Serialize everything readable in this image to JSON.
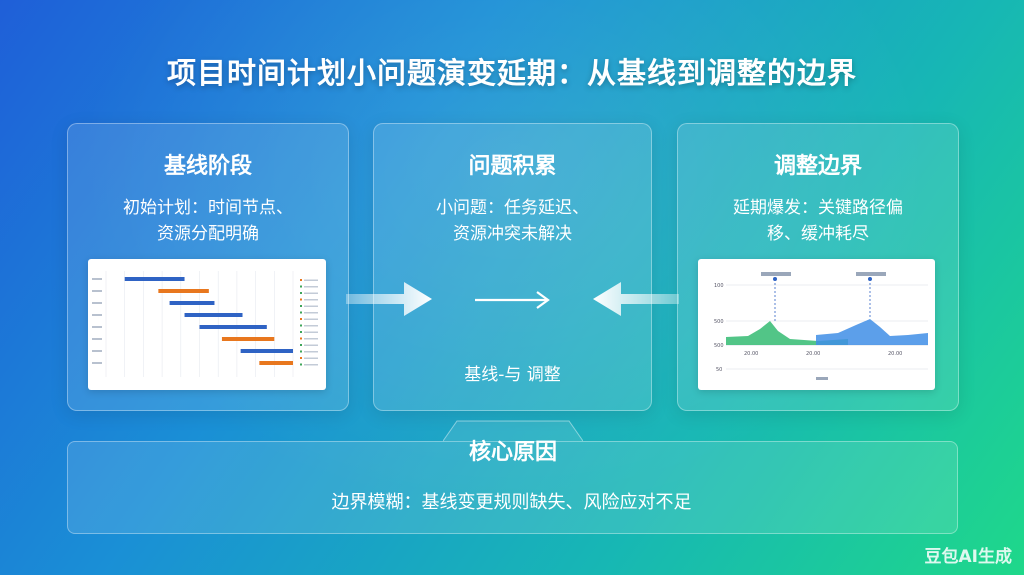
{
  "title": "项目时间计划小问题演变延期：从基线到调整的边界",
  "cards": [
    {
      "heading": "基线阶段",
      "desc": "初始计划：时间节点、\n资源分配明确"
    },
    {
      "heading": "问题积累",
      "desc": "小问题：任务延迟、\n资源冲突未解决",
      "caption": "基线-与 调整"
    },
    {
      "heading": "调整边界",
      "desc": "延期爆发：关键路径偏\n移、缓冲耗尽"
    }
  ],
  "core": {
    "heading": "核心原因",
    "text": "边界模糊：基线变更规则缺失、风险应对不足"
  },
  "watermark": "豆包AI生成",
  "colors": {
    "blue_bar": "#2f63c4",
    "orange_bar": "#e8771e",
    "green_area": "#3fbf7a",
    "blue_area": "#3f8ee6"
  },
  "gantt_bars": [
    {
      "color": "blue",
      "start": 0.1,
      "end": 0.42
    },
    {
      "color": "orange",
      "start": 0.28,
      "end": 0.55
    },
    {
      "color": "blue",
      "start": 0.34,
      "end": 0.58
    },
    {
      "color": "blue",
      "start": 0.42,
      "end": 0.73
    },
    {
      "color": "blue",
      "start": 0.5,
      "end": 0.86
    },
    {
      "color": "orange",
      "start": 0.62,
      "end": 0.9
    },
    {
      "color": "blue",
      "start": 0.72,
      "end": 1.0
    },
    {
      "color": "orange",
      "start": 0.82,
      "end": 1.0
    }
  ],
  "line_chart": {
    "y_ticks": [
      "100",
      "500",
      "500",
      "50"
    ],
    "x_ticks": [
      "20.00",
      "20.00",
      "20.00"
    ]
  }
}
